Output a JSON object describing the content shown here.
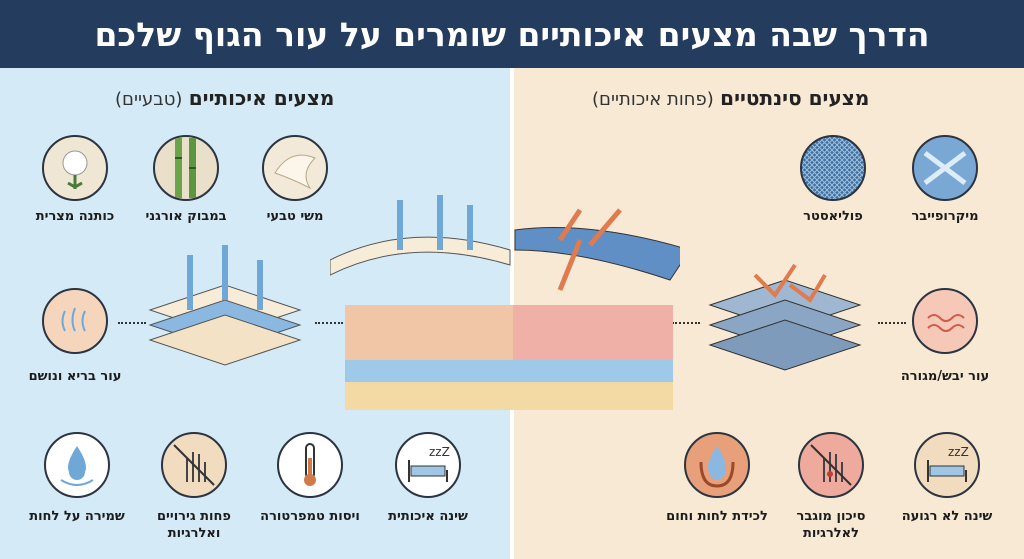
{
  "title": "הדרך שבה מצעים איכותיים שומרים על עור הגוף שלכם",
  "left": {
    "heading": "מצעים איכותיים",
    "subheading": "(טבעיים)",
    "materials": [
      "כותנה מצרית",
      "במבוק אורגני",
      "משי טבעי"
    ],
    "skin_label": "עור בריא ונושם",
    "benefits": [
      "שמירה על לחות",
      "פחות גירויים ואלרגיות",
      "ויסות טמפרטורה",
      "שינה איכותית"
    ]
  },
  "right": {
    "heading": "מצעים סינתטיים",
    "subheading": "(פחות איכותיים)",
    "materials": [
      "פוליאסטר",
      "מיקרופייבר"
    ],
    "skin_label": "עור יבש/מגורה",
    "drawbacks": [
      "לכידת לחות וחום",
      "סיכון מוגבר לאלרגיות",
      "שינה לא רגועה"
    ]
  },
  "colors": {
    "header": "#243c5e",
    "left_bg": "#d4eaf6",
    "right_bg": "#f7e9d4",
    "arrow_good": "#6fa8d6",
    "arrow_bad": "#e07a4f"
  }
}
